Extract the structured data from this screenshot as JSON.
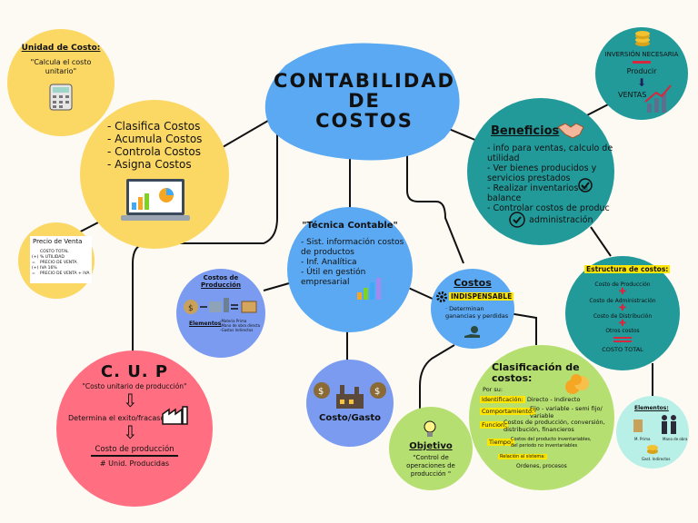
{
  "colors": {
    "background": "#fdfaf3",
    "central": "#5aa9f2",
    "yellow": "#fbd764",
    "teal": "#229a9a",
    "blue": "#7a9bf0",
    "pink": "#ff6f81",
    "green": "#b6df72",
    "highlight": "#ffe600",
    "mint": "#b8f0e8"
  },
  "central": {
    "line1": "CONTABILIDAD",
    "line2": "DE",
    "line3": "COSTOS"
  },
  "unidad_costo": {
    "title": "Unidad de Costo:",
    "line1": "\"Calcula el costo",
    "line2": "unitario\""
  },
  "funciones": [
    "- Clasifica Costos",
    "- Acumula Costos",
    "- Controla Costos",
    "- Asigna Costos"
  ],
  "precio_venta": {
    "title": "Precio de Venta",
    "rows": [
      {
        "sign": "",
        "text": "COSTO TOTAL"
      },
      {
        "sign": "(+)",
        "text": "% UTILIDAD"
      },
      {
        "sign": "=",
        "text": "PRECIO DE VENTA"
      },
      {
        "sign": "(+)",
        "text": "IVA 16%"
      },
      {
        "sign": "=",
        "text": "PRECIO DE VENTA + IVA"
      }
    ]
  },
  "inversion": {
    "line1": "INVERSIÓN NECESARIA",
    "line2": "Producir",
    "line3": "VENTAS"
  },
  "beneficios": {
    "title": "Beneficios",
    "items": [
      "- info para ventas, calculo de",
      "utilidad",
      "- Ver bienes producidos y",
      "servicios prestados",
      "- Realizar inventarios =",
      "balance",
      "- Controlar costos de produc",
      "administración"
    ]
  },
  "tecnica": {
    "title": "\"Técnica Contable\"",
    "items": [
      "- Sist. información costos",
      "de productos",
      "- Inf. Analítica",
      "- Útil en gestión",
      "empresarial"
    ]
  },
  "costos_prod": {
    "title1": "Costos de",
    "title2": "Producción",
    "elementos": "Elementos",
    "details": [
      "-Materia Prima",
      "-Mano de obra directa",
      "-Gastos Indirectos"
    ]
  },
  "costos": {
    "title": "Costos",
    "badge": "INDISPENSABLE",
    "line1": "· Determinan",
    "line2": "ganancias y perdidas"
  },
  "costo_gasto": {
    "label": "Costo/Gasto"
  },
  "cup": {
    "title": "C. U. P",
    "subtitle": "\"Costo unitario de producción\"",
    "middle": "Determina el exito/fracaso",
    "numerator": "Costo de producción",
    "denominator": "# Unid. Producidas"
  },
  "objetivo": {
    "title": "Objetivo",
    "line1": "\"Control de",
    "line2": "operaciones de",
    "line3": "producción \""
  },
  "clasificacion": {
    "title1": "Clasificación de",
    "title2": "costos:",
    "por": "Por su:",
    "rows": [
      {
        "label": "Identificación:",
        "text1": "Directo - Indirecto",
        "text2": ""
      },
      {
        "label": "Comportamiento:",
        "text1": "Fijo - variable - semi fijo/",
        "text2": "variable"
      },
      {
        "label": "Funcion:",
        "text1": "Costos de producción, conversión,",
        "text2": "distribución, financieros"
      },
      {
        "label": "Tiempo:",
        "text1": "Costos del producto inventariables,",
        "text2": "del periodo no inventariables"
      }
    ],
    "relacion": "Relación al sistema:",
    "relacion_text": "Ordenes, procesos"
  },
  "estructura": {
    "title": "Estructura de costos:",
    "items": [
      "Costo de Producción",
      "Costo de Administración",
      "Costo de Distribución",
      "Otros costos"
    ],
    "total": "COSTO TOTAL"
  },
  "elementos": {
    "title": "Elementos:",
    "mp": "M. Prima",
    "mo": "Mano de obra",
    "gi": "Gast. Indirectos"
  }
}
